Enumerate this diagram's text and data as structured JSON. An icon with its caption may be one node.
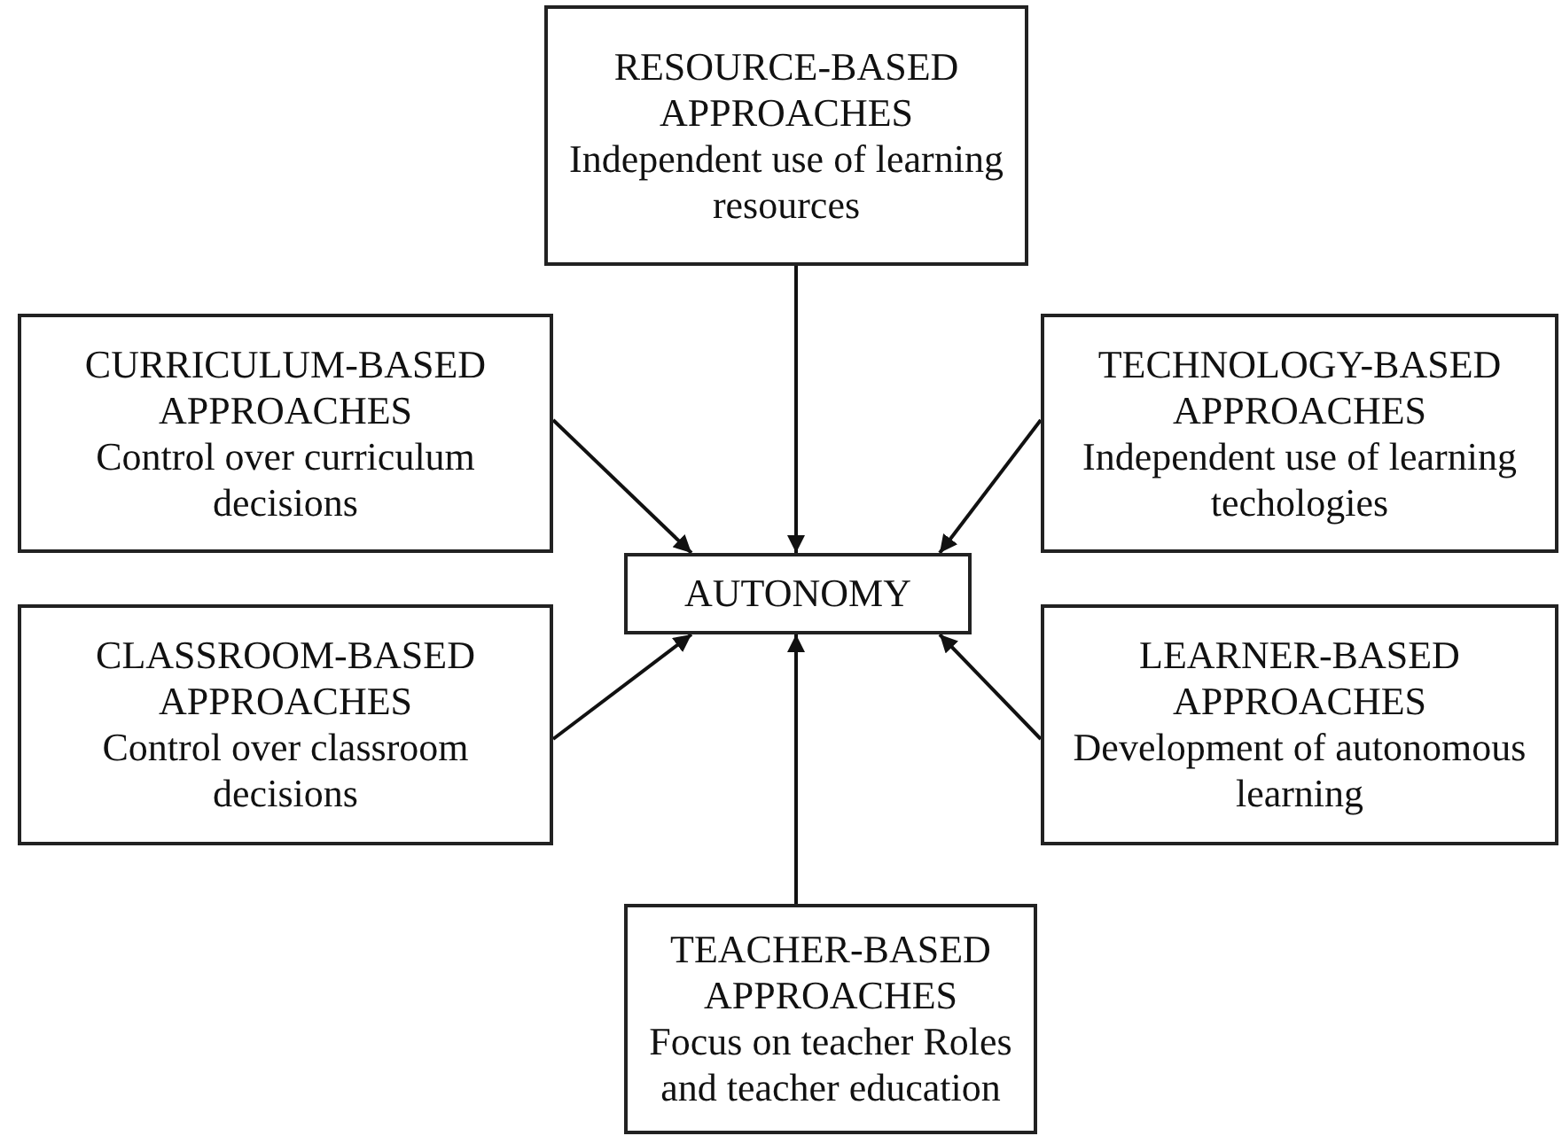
{
  "diagram": {
    "nodes": [
      {
        "text": [
          "RESOURCE-BASED APPROACHES",
          "Independent use of learning resources"
        ]
      },
      {
        "text": [
          "CURRICULUM-BASED APPROACHES",
          "Control over curriculum decisions"
        ]
      },
      {
        "text": [
          "TECHNOLOGY-BASED APPROACHES",
          "Independent use of learning techologies"
        ]
      },
      {
        "text": [
          "AUTONOMY"
        ]
      },
      {
        "text": [
          "CLASSROOM-BASED APPROACHES",
          "Control over classroom decisions"
        ]
      },
      {
        "text": [
          "LEARNER-BASED APPROACHES",
          "Development of autonomous learning"
        ]
      },
      {
        "text": [
          "TEACHER-BASED APPROACHES",
          "Focus on teacher Roles and teacher education"
        ]
      }
    ],
    "edges": [
      {
        "from": 0,
        "to": 3,
        "arrow": "to"
      },
      {
        "from": 1,
        "to": 3,
        "arrow": "to"
      },
      {
        "from": 2,
        "to": 3,
        "arrow": "to"
      },
      {
        "from": 4,
        "to": 3,
        "arrow": "to"
      },
      {
        "from": 5,
        "to": 3,
        "arrow": "to"
      },
      {
        "from": 6,
        "to": 3,
        "arrow": "to"
      }
    ]
  }
}
